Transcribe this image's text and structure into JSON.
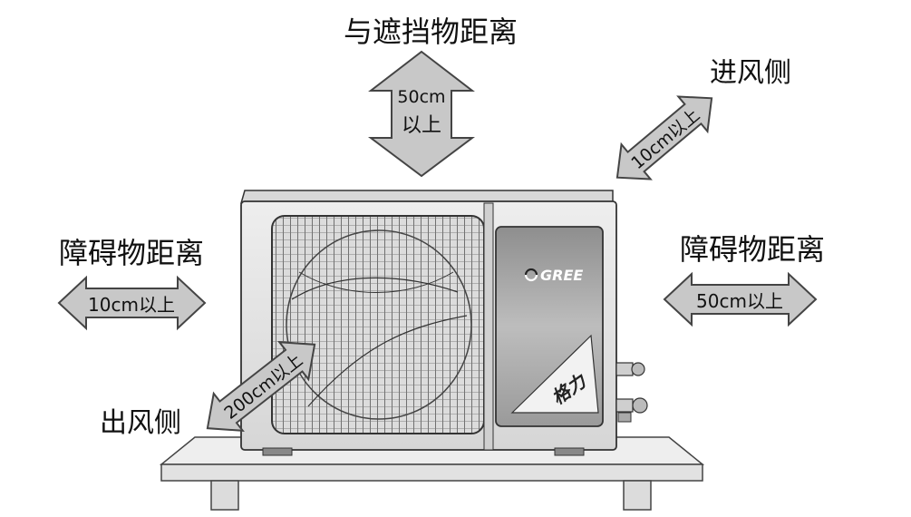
{
  "labels": {
    "top_obstacle": "与遮挡物距离",
    "air_inlet": "进风侧",
    "left_obstacle": "障碍物距离",
    "right_obstacle": "障碍物距离",
    "air_outlet": "出风侧"
  },
  "arrows": {
    "top_line1": "50cm",
    "top_line2": "以上",
    "inlet": "10cm以上",
    "left": "10cm以上",
    "right": "50cm以上",
    "front": "200cm以上"
  },
  "unit": {
    "brand": "GREE",
    "logo_icon": "gree-swirl-icon",
    "decal_text": "格力"
  },
  "colors": {
    "arrow_fill": "#c8c8c8",
    "unit_body": "#e3e3e3",
    "panel": "#b4b4b4",
    "platform": "#e9e9e9"
  }
}
